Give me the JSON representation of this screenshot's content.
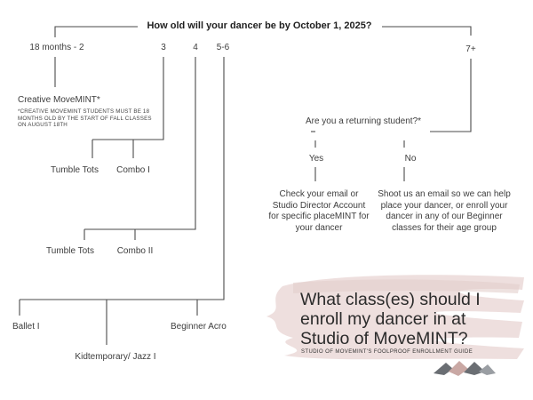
{
  "question": "How old will your dancer be by October 1, 2025?",
  "ages": {
    "a1": "18 months - 2",
    "a2": "3",
    "a3": "4",
    "a4": "5-6",
    "a5": "7+"
  },
  "creative": {
    "title": "Creative MoveMINT*",
    "note": "*CREATIVE MOVEMINT STUDENTS MUST BE 18 MONTHS OLD BY THE START OF FALL CLASSES ON AUGUST 18TH"
  },
  "age3": {
    "left": "Tumble Tots",
    "right": "Combo I"
  },
  "age4": {
    "left": "Tumble Tots",
    "right": "Combo II"
  },
  "age56": {
    "left": "Ballet I",
    "middle": "Kidtemporary/ Jazz I",
    "right": "Beginner Acro"
  },
  "returning": {
    "question": "Are you a returning student?*",
    "yes": "Yes",
    "no": "No",
    "yes_text": "Check your email or Studio Director Account for specific placeMINT for your dancer",
    "no_text": "Shoot us an email so we can help place your dancer, or enroll your dancer in any of our Beginner classes for their age group"
  },
  "title": {
    "line1": "What class(es) should I",
    "line2": "enroll my dancer in at",
    "line3": "Studio of MoveMINT?",
    "subtitle": "STUDIO OF MOVEMINT'S FOOLPROOF ENROLLMENT GUIDE"
  },
  "colors": {
    "line": "#4a4a4a",
    "brush": "#e8d8d6",
    "logo_dark": "#6a6e73",
    "logo_light": "#c9a8a4"
  }
}
